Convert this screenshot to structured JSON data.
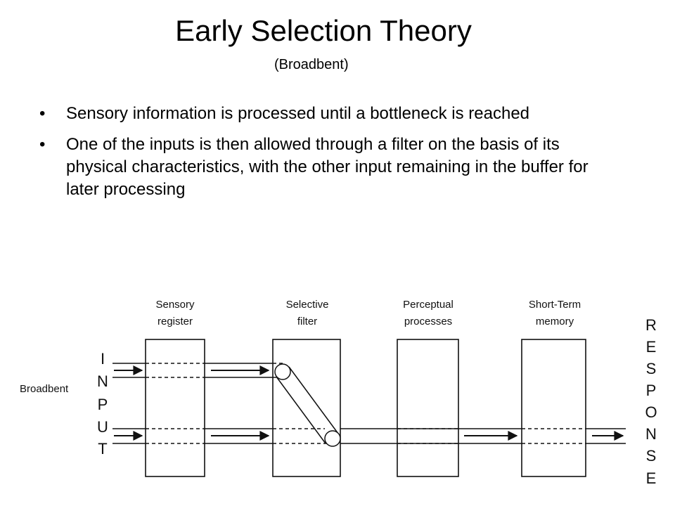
{
  "slide": {
    "title": "Early Selection Theory",
    "subtitle": "(Broadbent)",
    "bullets": [
      "Sensory information is processed until a bottleneck is reached",
      "One of the inputs is then allowed through a filter on the basis of its physical characteristics, with the other input remaining in the buffer for later processing"
    ]
  },
  "diagram": {
    "model_label": "Broadbent",
    "input_letters": [
      "I",
      "N",
      "P",
      "U",
      "T"
    ],
    "response_letters": [
      "R",
      "E",
      "S",
      "P",
      "O",
      "N",
      "S",
      "E"
    ],
    "stages": [
      {
        "line1": "Sensory",
        "line2": "register"
      },
      {
        "line1": "Selective",
        "line2": "filter"
      },
      {
        "line1": "Perceptual",
        "line2": "processes"
      },
      {
        "line1": "Short-Term",
        "line2": "memory"
      }
    ]
  }
}
